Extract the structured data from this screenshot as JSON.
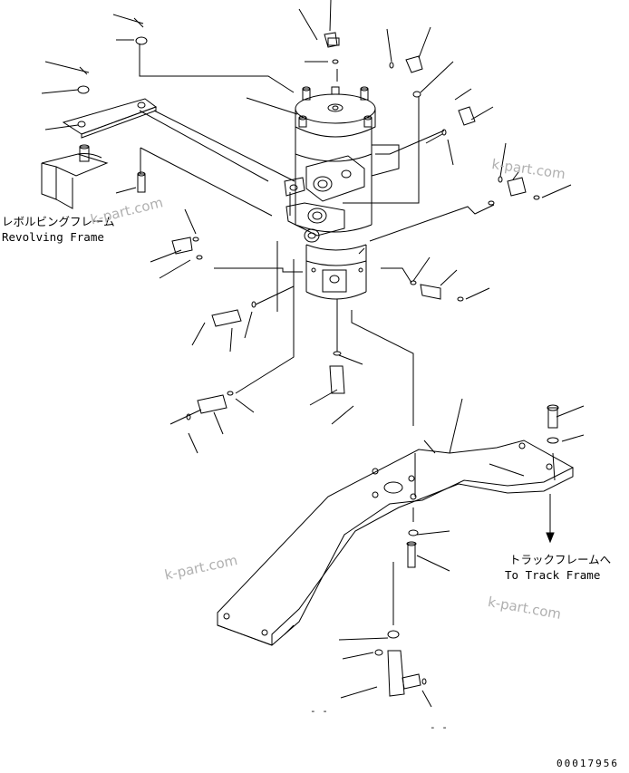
{
  "labels": {
    "revolving_frame_jp": "レボルビングフレーム",
    "revolving_frame_en": "Revolving Frame",
    "track_frame_jp": "トラックフレームへ",
    "track_frame_en": "To Track Frame"
  },
  "watermark": "k-part.com",
  "drawing_code": "00017956",
  "blank_marks": [
    "- -",
    "- -"
  ]
}
